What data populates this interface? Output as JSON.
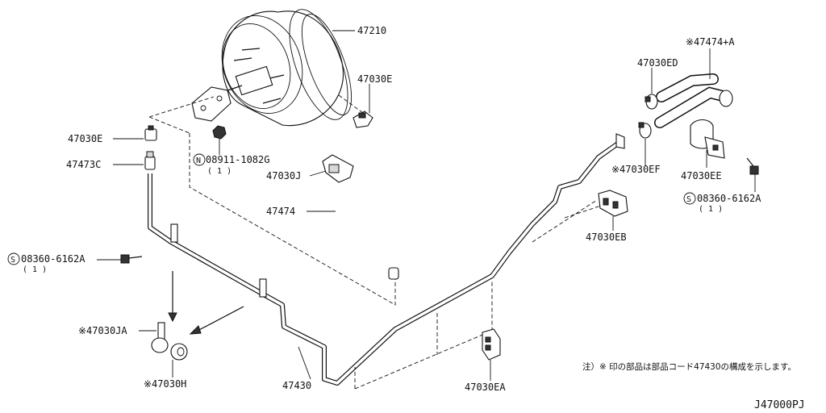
{
  "diagram_code": "J47000PJ",
  "note": "注）※ 印の部品は部品コード47430の構成を示します。",
  "labels": {
    "p47210": "47210",
    "p47030E_top": "47030E",
    "p47030E_left": "47030E",
    "p47473C": "47473C",
    "p08911": "08911-1082G",
    "p08911_qty": "( 1 )",
    "p47030J": "47030J",
    "p47474": "47474",
    "p08360_left": "08360-6162A",
    "p08360_left_qty": "( 1 )",
    "p47030JA": "※47030JA",
    "p47030H": "※47030H",
    "p47430": "47430",
    "p47030EA": "47030EA",
    "p47030EB": "47030EB",
    "p47030EF": "※47030EF",
    "p47030EE": "47030EE",
    "p08360_right": "08360-6162A",
    "p08360_right_qty": "( 1 )",
    "p47030ED": "47030ED",
    "p47474A": "※47474+A"
  },
  "circle_marks": {
    "N": "N",
    "S_left": "S",
    "S_right": "S"
  }
}
